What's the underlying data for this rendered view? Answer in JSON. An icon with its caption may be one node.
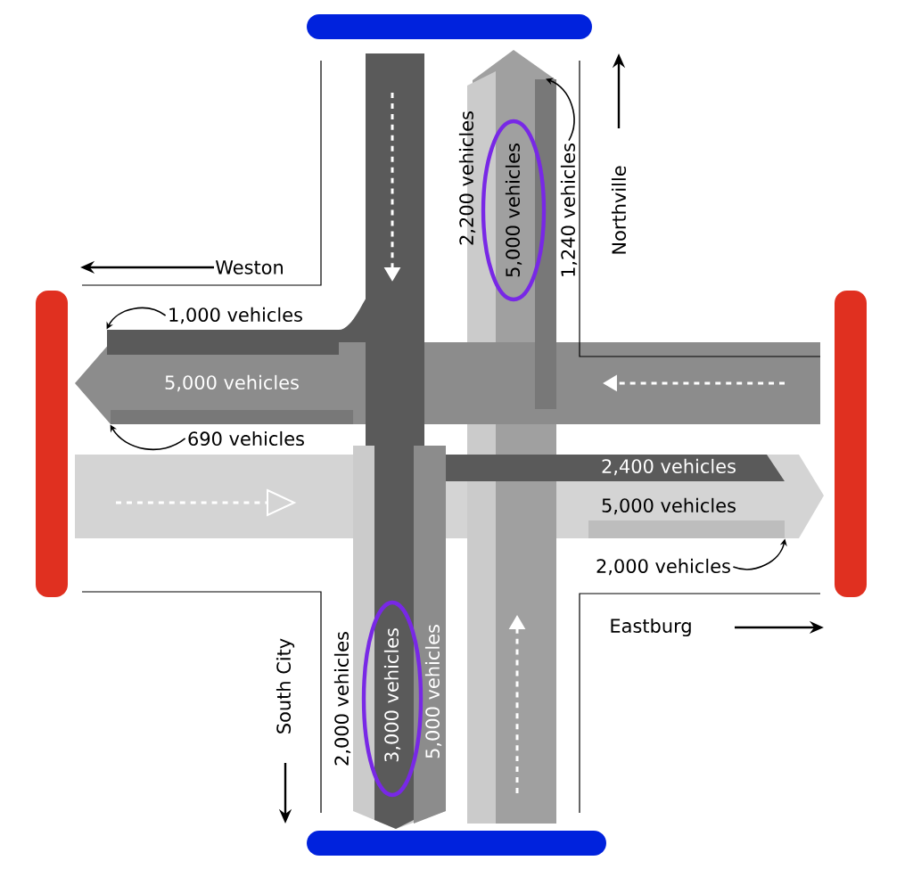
{
  "diagram": {
    "nodes": [
      {
        "text": [
          "1,240 vehicles"
        ]
      },
      {
        "text": [
          "1,000 vehicles"
        ]
      },
      {
        "text": [
          "690 vehicles"
        ]
      },
      {
        "text": [
          "2,000 vehicles"
        ]
      },
      {
        "text": [],
        "shape": "bar"
      },
      {
        "text": [],
        "shape": "bar"
      },
      {
        "text": [],
        "shape": "bar"
      },
      {
        "text": [],
        "shape": "bar"
      },
      {
        "text": [],
        "shape": "bar"
      },
      {
        "text": [],
        "shape": "bar"
      },
      {
        "text": [],
        "shape": "bar"
      },
      {
        "text": [],
        "shape": "bar"
      }
    ],
    "edges": [
      {
        "from": 0,
        "to": 4,
        "arrow": "to"
      },
      {
        "from": 1,
        "to": 5,
        "arrow": "to"
      },
      {
        "from": 2,
        "to": 6,
        "arrow": "to"
      },
      {
        "from": 3,
        "to": 7,
        "arrow": "to"
      }
    ],
    "labels": [
      "Northville",
      "2,200 vehicles",
      "5,000 vehicles",
      "Weston",
      "5,000 vehicles",
      "2,400 vehicles",
      "5,000 vehicles",
      "Eastburg",
      "South City",
      "2,000 vehicles",
      "3,000 vehicles",
      "5,000 vehicles"
    ]
  }
}
